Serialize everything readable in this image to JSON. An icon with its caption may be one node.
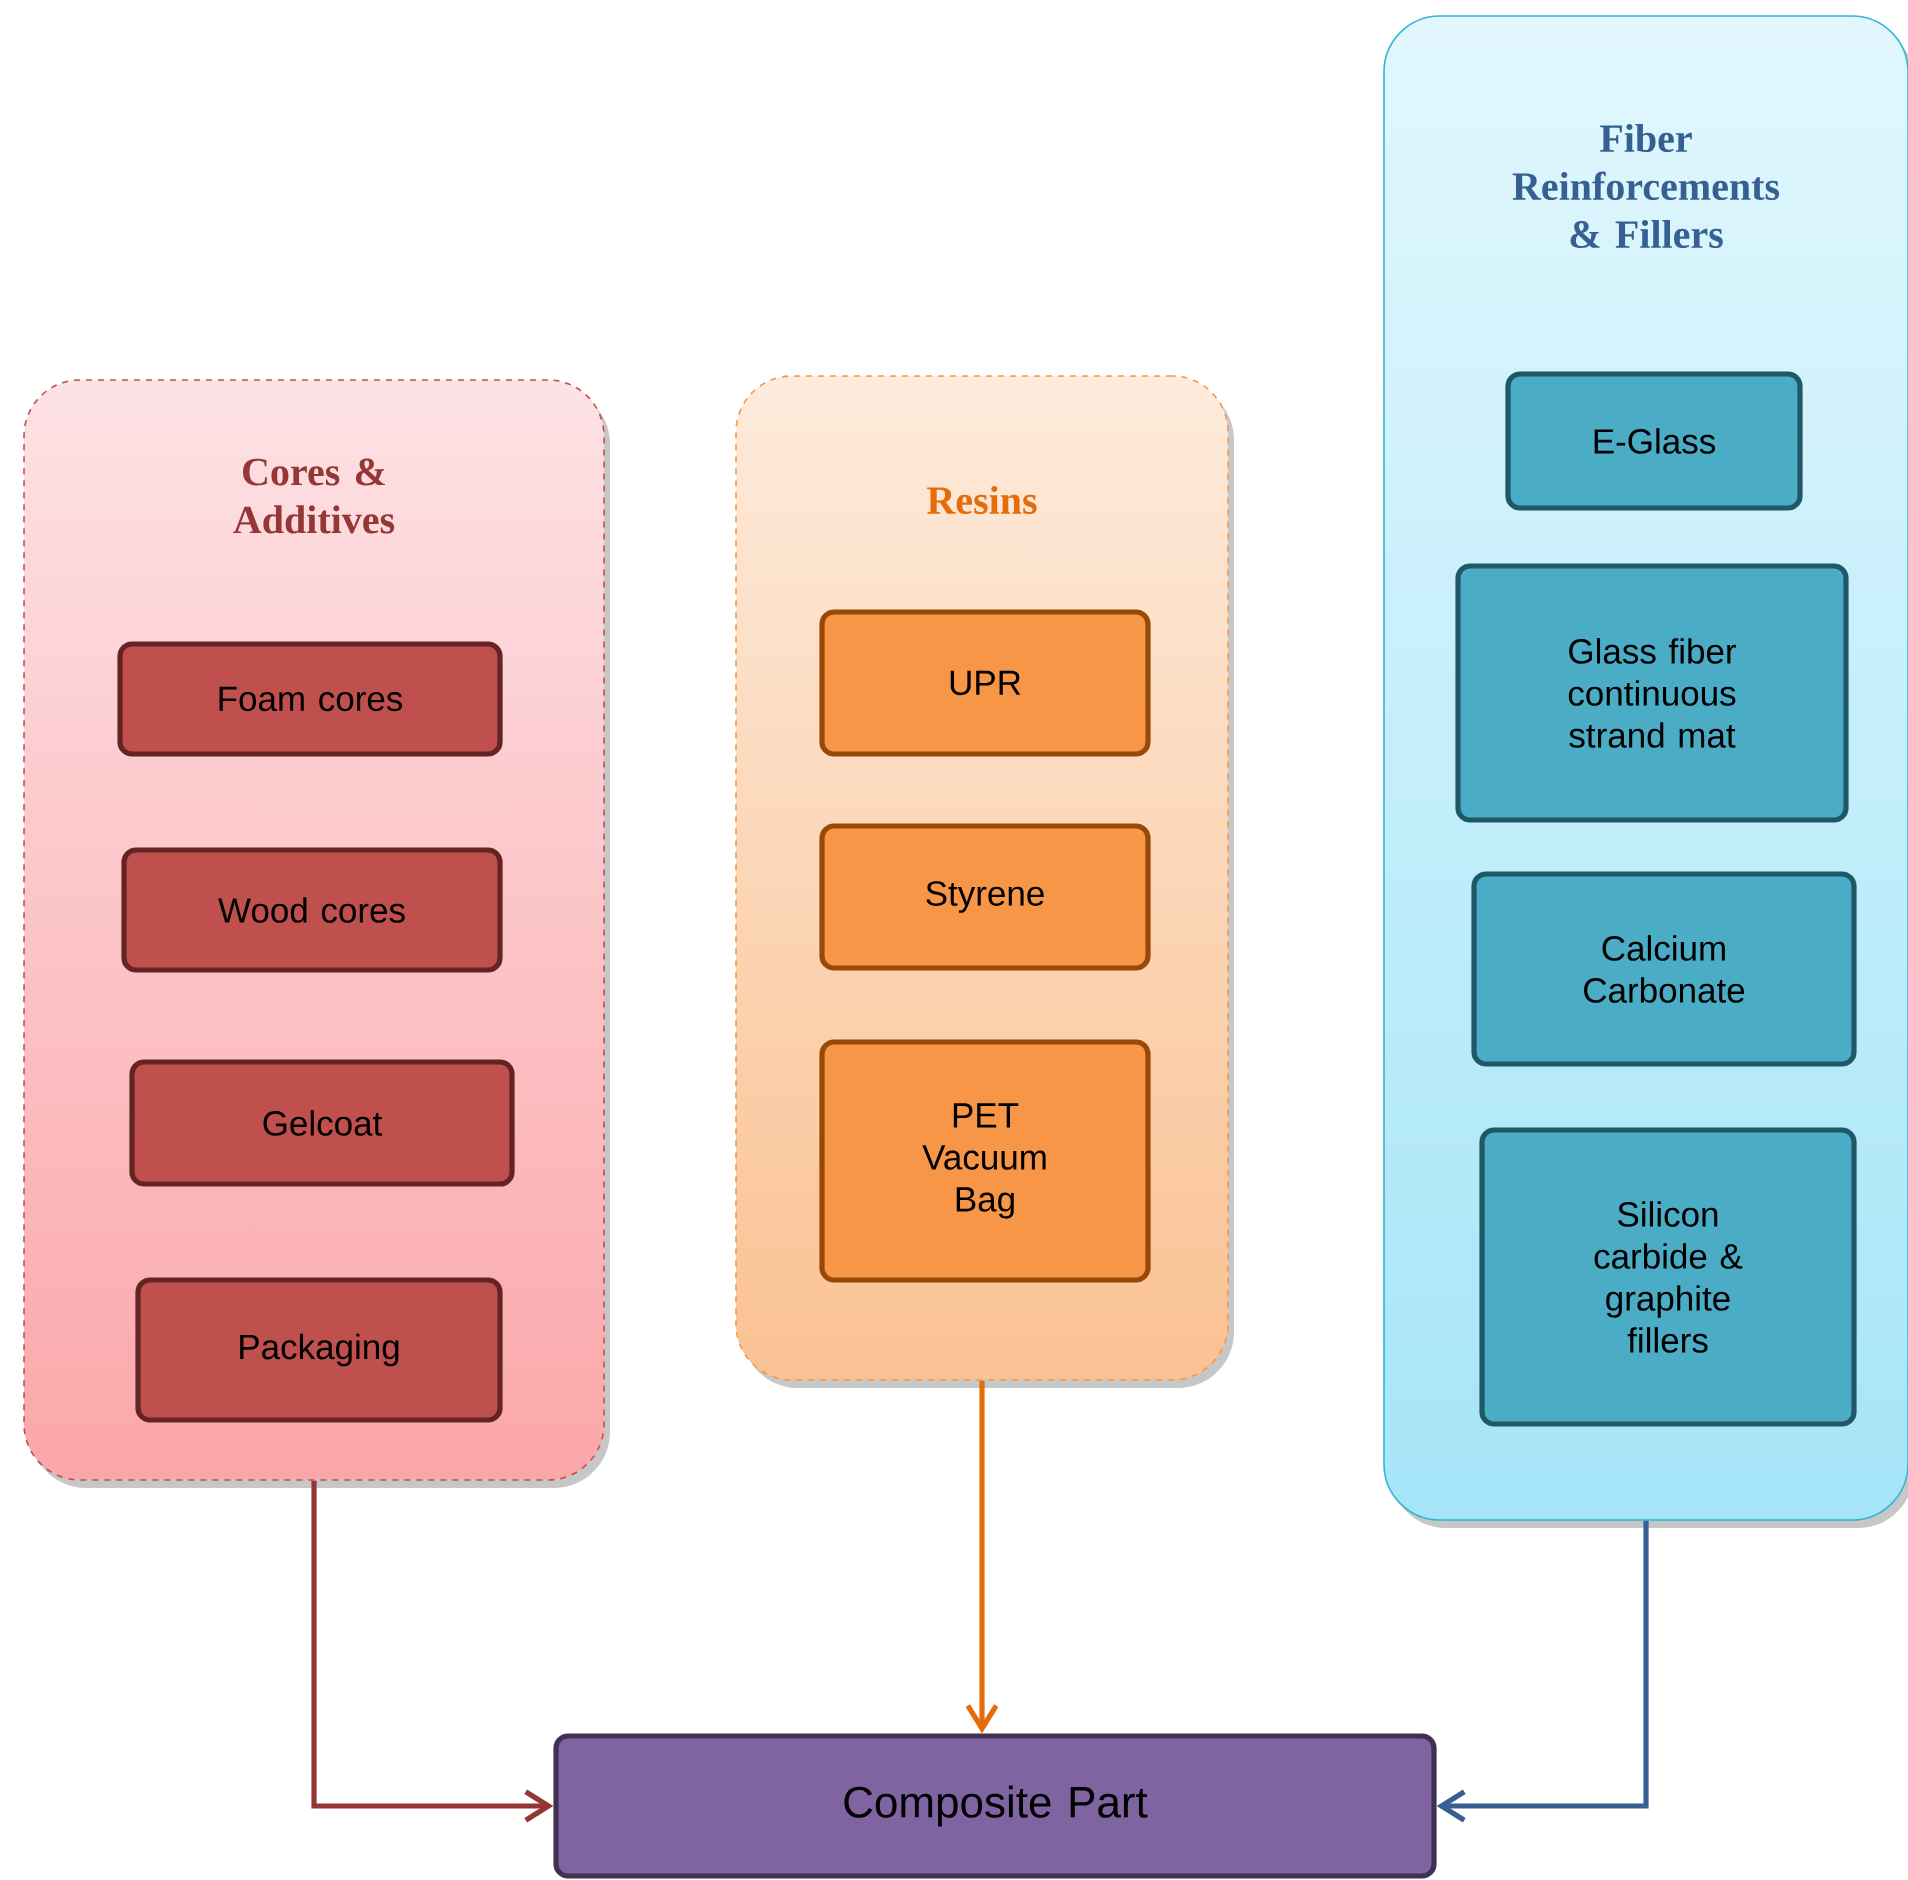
{
  "diagram": {
    "nodes": [
      {
        "text": [
          "Cores & Additives"
        ]
      },
      {
        "text": [
          "Foam cores"
        ],
        "in": 0
      },
      {
        "text": [
          "Wood cores"
        ],
        "in": 0
      },
      {
        "text": [
          "Gelcoat"
        ],
        "in": 0
      },
      {
        "text": [
          "Packaging"
        ],
        "in": 0
      },
      {
        "text": [
          "Resins"
        ]
      },
      {
        "text": [
          "UPR"
        ],
        "in": 5
      },
      {
        "text": [
          "Styrene"
        ],
        "in": 5
      },
      {
        "text": [
          "PET Vacuum Bag"
        ],
        "in": 5
      },
      {
        "text": [
          "Fiber Reinforcements & Fillers"
        ]
      },
      {
        "text": [
          "E-Glass"
        ],
        "in": 9
      },
      {
        "text": [
          "Glass fiber continuous strand mat"
        ],
        "in": 9
      },
      {
        "text": [
          "Calcium Carbonate"
        ],
        "in": 9
      },
      {
        "text": [
          "Silicon carbide & graphite fillers"
        ],
        "in": 9
      },
      {
        "text": [
          "Composite Part"
        ]
      }
    ],
    "edges": [
      {
        "from": 0,
        "to": 14,
        "arrow": "to",
        "color": "#943634"
      },
      {
        "from": 5,
        "to": 14,
        "arrow": "to",
        "color": "#e46c0a"
      },
      {
        "from": 9,
        "to": 14,
        "arrow": "to",
        "color": "#376092"
      }
    ]
  }
}
